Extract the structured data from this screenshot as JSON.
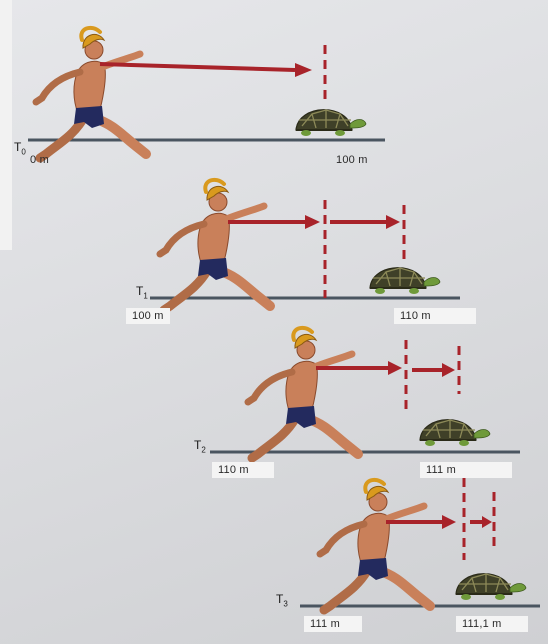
{
  "stages": [
    {
      "time_label": "T",
      "time_sub": "0",
      "left_label": "0 m",
      "right_label": "100 m"
    },
    {
      "time_label": "T",
      "time_sub": "1",
      "left_label": "100 m",
      "right_label": "110 m"
    },
    {
      "time_label": "T",
      "time_sub": "2",
      "left_label": "110 m",
      "right_label": "111 m"
    },
    {
      "time_label": "T",
      "time_sub": "3",
      "left_label": "111 m",
      "right_label": "111,1 m"
    }
  ],
  "colors": {
    "arrow": "#a8232a",
    "ground": "#4a5560",
    "skin": "#c9805a",
    "skin_shade": "#8a4a2c",
    "shorts": "#232a5e",
    "helmet": "#d99a1e",
    "shell": "#3f4028",
    "shell_lines": "#8d8a58",
    "turtle_skin": "#6f9a3a"
  },
  "icons": [
    "runner-figure",
    "tortoise-figure",
    "arrow-right",
    "dashed-marker"
  ]
}
